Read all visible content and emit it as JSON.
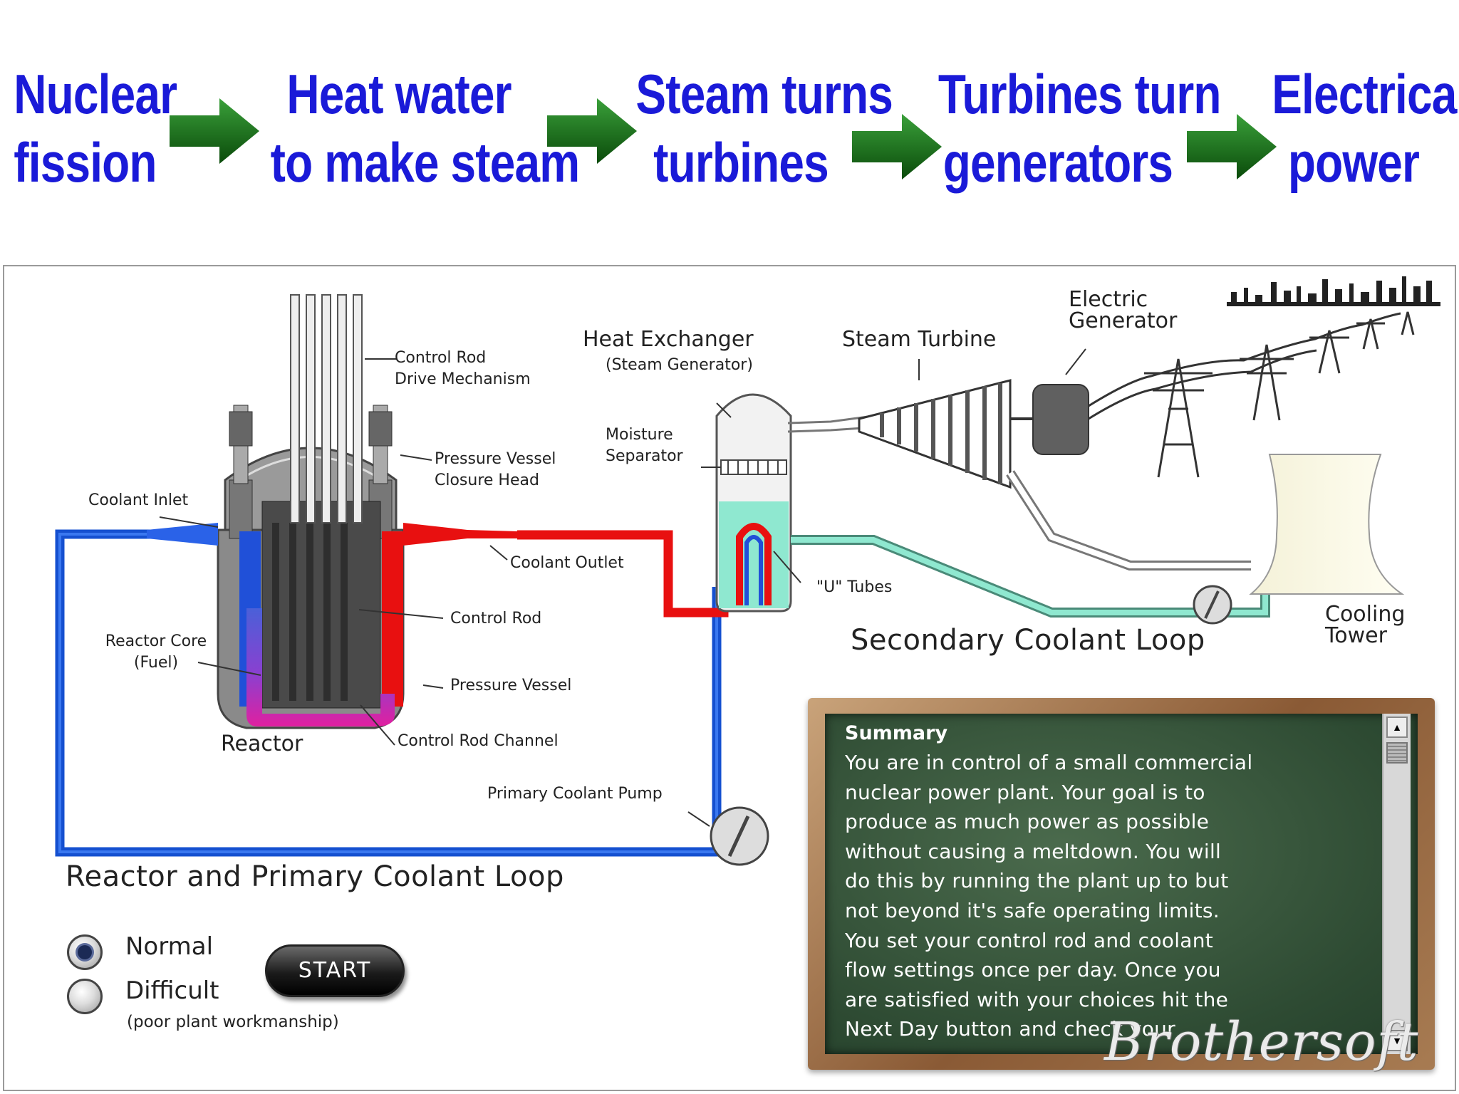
{
  "banner": {
    "steps": [
      {
        "line1": "Nuclear",
        "line2": "fission"
      },
      {
        "line1": "Heat water",
        "line2": "to make steam"
      },
      {
        "line1": "Steam turns",
        "line2": "turbines"
      },
      {
        "line1": "Turbines turn",
        "line2": "generators"
      },
      {
        "line1": "Electrical",
        "line2": "power"
      }
    ]
  },
  "labels": {
    "control_rod_drive_1": "Control Rod",
    "control_rod_drive_2": "Drive Mechanism",
    "pressure_vessel_closure_1": "Pressure Vessel",
    "pressure_vessel_closure_2": "Closure Head",
    "coolant_inlet": "Coolant Inlet",
    "coolant_outlet": "Coolant Outlet",
    "control_rod": "Control Rod",
    "reactor_core_1": "Reactor Core",
    "reactor_core_2": "(Fuel)",
    "pressure_vessel": "Pressure Vessel",
    "reactor": "Reactor",
    "control_rod_channel": "Control Rod Channel",
    "primary_coolant_pump": "Primary Coolant Pump",
    "heat_exchanger": "Heat Exchanger",
    "steam_generator": "(Steam Generator)",
    "moisture_separator_1": "Moisture",
    "moisture_separator_2": "Separator",
    "u_tubes": "\"U\" Tubes",
    "steam_turbine": "Steam Turbine",
    "electric_generator_1": "Electric",
    "electric_generator_2": "Generator",
    "cooling_tower_1": "Cooling",
    "cooling_tower_2": "Tower",
    "secondary_loop": "Secondary Coolant Loop",
    "primary_loop": "Reactor and Primary Coolant Loop"
  },
  "difficulty": {
    "normal": "Normal",
    "difficult": "Difficult",
    "difficult_note": "(poor plant workmanship)",
    "selected": "Normal"
  },
  "start_label": "START",
  "summary": {
    "title": "Summary",
    "lines": [
      "You are in control of a small commercial",
      "nuclear power plant. Your goal is to",
      "produce as much power as possible",
      "without causing a meltdown. You will",
      "do this by running the plant up to but",
      "not beyond it's safe operating limits.",
      "You set your control rod and coolant",
      "flow settings once per day. Once you",
      "are satisfied with your choices hit the",
      "Next Day button and check your"
    ]
  },
  "scroll_up_glyph": "▲",
  "scroll_down_glyph": "▼",
  "watermark": "Brothersoft",
  "colors": {
    "banner_text": "#1a1ad8",
    "arrow": "#1a6a1a",
    "hot_coolant": "#e81010",
    "cold_coolant": "#1550d0",
    "secondary_coolant": "#8fe8d0",
    "chalkboard": "#2e4b33"
  }
}
